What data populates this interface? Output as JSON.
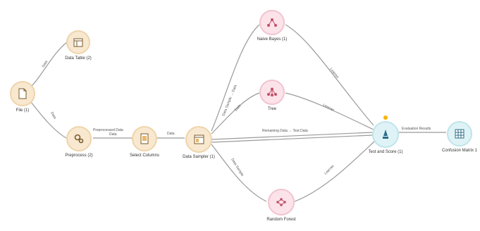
{
  "workflow": {
    "nodes": {
      "file": {
        "label": "File (1)",
        "icon": "file-icon"
      },
      "data_table": {
        "label": "Data Table (2)",
        "icon": "table-icon"
      },
      "preprocess": {
        "label": "Preprocess (2)",
        "icon": "preprocess-icon"
      },
      "select_columns": {
        "label": "Select Columns",
        "icon": "columns-icon"
      },
      "data_sampler": {
        "label": "Data Sampler (1)",
        "icon": "sampler-icon"
      },
      "naive_bayes": {
        "label": "Naive Bayes (1)",
        "icon": "naive-bayes-icon"
      },
      "tree": {
        "label": "Tree",
        "icon": "tree-icon"
      },
      "random_forest": {
        "label": "Random Forest",
        "icon": "forest-icon"
      },
      "test_and_score": {
        "label": "Test and Score (1)",
        "icon": "test-score-icon",
        "warning": true
      },
      "confusion_matrix": {
        "label": "Confusion Matrix 1",
        "icon": "matrix-icon"
      }
    },
    "links": {
      "file_to_data_table": "Data",
      "file_to_preprocess": "Data",
      "preprocess_to_select": "Preprocessed Data\nData",
      "select_to_sampler": "Data",
      "sampler_to_naive_bayes": "Data Sample → Data",
      "sampler_to_tree": "Data",
      "sampler_to_test": "Remaining Data → Test Data",
      "sampler_to_forest": "Data Sample",
      "naive_bayes_to_test": "Learner",
      "tree_to_test": "Learner",
      "forest_to_test": "Learner",
      "test_to_matrix": "Evaluation Results"
    },
    "colors": {
      "data_node": "#f8e8d0",
      "model_node": "#fbe3e9",
      "eval_node": "#dff3f6",
      "link": "#9a9a9a",
      "warning": "#f4b400"
    }
  }
}
